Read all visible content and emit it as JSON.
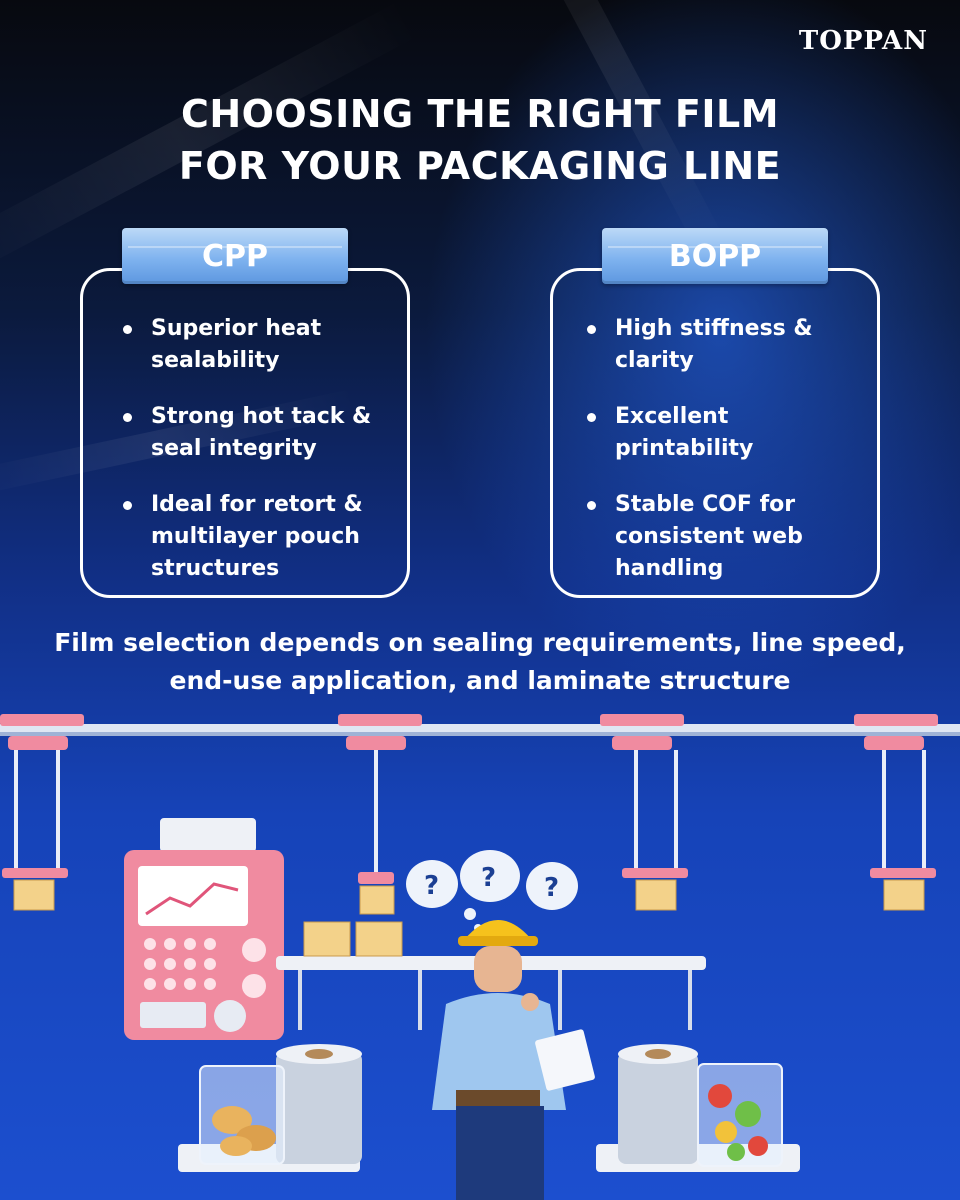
{
  "brand": {
    "logo_text": "TOPPAN"
  },
  "title": {
    "line1": "CHOOSING THE RIGHT FILM",
    "line2": "FOR YOUR PACKAGING LINE"
  },
  "cards": [
    {
      "label": "CPP",
      "bullets": [
        [
          "Superior heat",
          "sealability"
        ],
        [
          "Strong hot tack &",
          "seal integrity"
        ],
        [
          "Ideal for retort &",
          "multilayer pouch",
          "structures"
        ]
      ]
    },
    {
      "label": "BOPP",
      "bullets": [
        [
          "High stiffness &",
          "clarity"
        ],
        [
          "Excellent",
          "printability"
        ],
        [
          "Stable COF for",
          "consistent web",
          "handling"
        ]
      ]
    }
  ],
  "note": {
    "line1": "Film selection depends on sealing requirements, line speed,",
    "line2": "end-use application, and laminate structure"
  },
  "illustration": {
    "thought_marks": [
      "?",
      "?",
      "?"
    ],
    "icons": [
      "overhead-conveyor",
      "packaging-machine",
      "conveyor-belt",
      "worker-with-clipboard",
      "film-roll",
      "bread-pouch",
      "salad-pouch"
    ],
    "colors": {
      "machine_pink": "#f08ba0",
      "hardhat_yellow": "#f6c21c",
      "board_blue": "#7fb3ef"
    }
  }
}
